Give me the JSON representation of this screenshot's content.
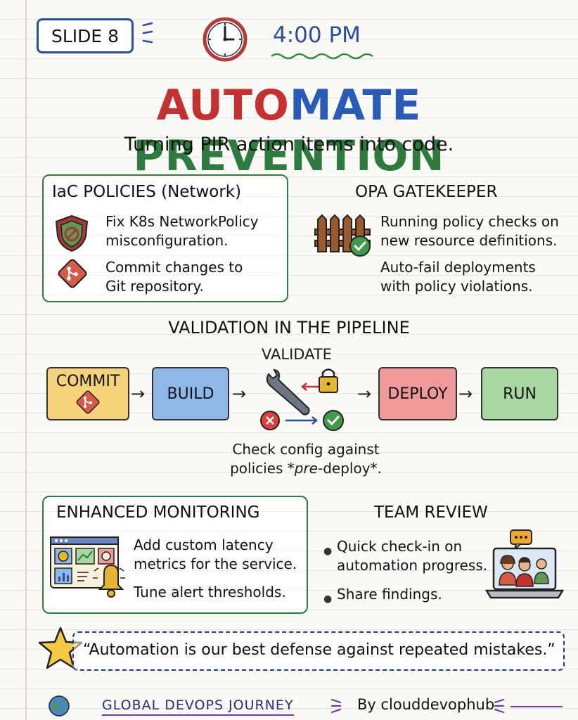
{
  "header": {
    "slide_label": "SLIDE 8",
    "time": "4:00 PM"
  },
  "title": {
    "word1_part1": "AUTO",
    "word1_part2": "MATE",
    "word2": "PREVENTION"
  },
  "subtitle": "Turning PIR action items into code.",
  "iac": {
    "heading": "IaC POLICIES (Network)",
    "item1": [
      "Fix K8s NetworkPolicy",
      "misconfiguration."
    ],
    "item2": [
      "Commit changes to",
      "Git repository."
    ]
  },
  "opa": {
    "heading": "OPA GATEKEEPER",
    "item1": [
      "Running policy checks on",
      "new resource definitions."
    ],
    "item2": [
      "Auto-fail deployments",
      "with policy violations."
    ]
  },
  "pipeline": {
    "heading": "VALIDATION IN THE PIPELINE",
    "validate_label": "VALIDATE",
    "stages": {
      "commit": "COMMIT",
      "build": "BUILD",
      "deploy": "DEPLOY",
      "run": "RUN"
    },
    "note_line1": "Check config against",
    "note_line2_pre": "policies *",
    "note_line2_em": "pre",
    "note_line2_post": "-deploy*."
  },
  "monitoring": {
    "heading": "ENHANCED MONITORING",
    "item1": [
      "Add custom latency",
      "metrics for the service."
    ],
    "item2": "Tune alert thresholds."
  },
  "review": {
    "heading": "TEAM REVIEW",
    "item1": [
      "Quick check-in on",
      "automation progress."
    ],
    "item2": "Share findings."
  },
  "quote": "“Automation is our best defense against repeated mistakes.”",
  "footer": {
    "left": "GLOBAL DEVOPS JOURNEY",
    "right": "By clouddevophub"
  },
  "colors": {
    "red": "#c53030",
    "blue": "#2a5bb8",
    "green": "#2f7a3e",
    "commit_fill": "#f6d27a",
    "build_fill": "#8fb8e8",
    "deploy_fill": "#ef9a9a",
    "run_fill": "#a8d8a0"
  }
}
